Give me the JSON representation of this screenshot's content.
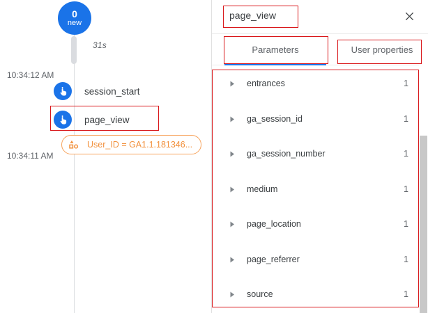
{
  "timeline": {
    "session_bubble": {
      "count": "0",
      "sub_label": "new"
    },
    "duration_label": "31s",
    "timestamp_top": "10:34:12 AM",
    "timestamp_bottom": "10:34:11 AM",
    "events": [
      {
        "label": "session_start",
        "icon": "tap-gesture-icon"
      },
      {
        "label": "page_view",
        "icon": "tap-gesture-icon"
      }
    ],
    "user_id_chip": {
      "text": "User_ID = GA1.1.181346...",
      "icon": "shapes-icon",
      "color": "#f2913d"
    }
  },
  "details_panel": {
    "title": "page_view",
    "close_icon": "close-icon",
    "tabs": [
      {
        "label": "Parameters",
        "selected": true
      },
      {
        "label": "User properties",
        "selected": false
      }
    ],
    "accent_color": "#1a73e8",
    "parameters": [
      {
        "name": "entrances",
        "value": "1"
      },
      {
        "name": "ga_session_id",
        "value": "1"
      },
      {
        "name": "ga_session_number",
        "value": "1"
      },
      {
        "name": "medium",
        "value": "1"
      },
      {
        "name": "page_location",
        "value": "1"
      },
      {
        "name": "page_referrer",
        "value": "1"
      },
      {
        "name": "source",
        "value": "1"
      }
    ]
  },
  "annotations": {
    "highlight_color": "#d9171a",
    "boxes": [
      "page_view timeline event",
      "page_view panel title",
      "Parameters tab",
      "User properties tab",
      "parameters list"
    ]
  }
}
